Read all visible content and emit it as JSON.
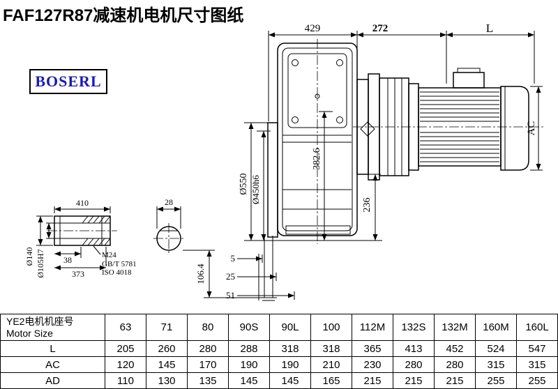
{
  "title": "FAF127R87减速机电机尺寸图纸",
  "logo": "BOSERL",
  "dims": {
    "top_429": "429",
    "top_272": "272",
    "top_L": "L",
    "ac": "AC",
    "dia550": "Ø550",
    "dia450h6": "Ø450h6",
    "v382_6": "382.6",
    "v236": "236",
    "off5": "5",
    "off25": "25",
    "off51": "51",
    "v106_4": "106.4",
    "shaft410": "410",
    "key28": "28",
    "dia140": "Ø140",
    "dia105h7": "Ø105H7",
    "len38": "38",
    "len373": "373",
    "thread_m24": "M24",
    "std_gb": "GB/T 5781",
    "std_iso": "ISO 4018"
  },
  "table": {
    "header": {
      "label_cn": "YE2电机机座号",
      "label_en": "Motor Size",
      "sizes": [
        "63",
        "71",
        "80",
        "90S",
        "90L",
        "100",
        "112M",
        "132S",
        "132M",
        "160M",
        "160L"
      ]
    },
    "rows": [
      {
        "label": "L",
        "values": [
          "205",
          "260",
          "280",
          "288",
          "318",
          "318",
          "365",
          "413",
          "452",
          "524",
          "547"
        ]
      },
      {
        "label": "AC",
        "values": [
          "120",
          "145",
          "170",
          "190",
          "190",
          "210",
          "230",
          "280",
          "280",
          "315",
          "315"
        ]
      },
      {
        "label": "AD",
        "values": [
          "110",
          "130",
          "135",
          "145",
          "145",
          "165",
          "215",
          "215",
          "215",
          "255",
          "255"
        ]
      }
    ]
  }
}
